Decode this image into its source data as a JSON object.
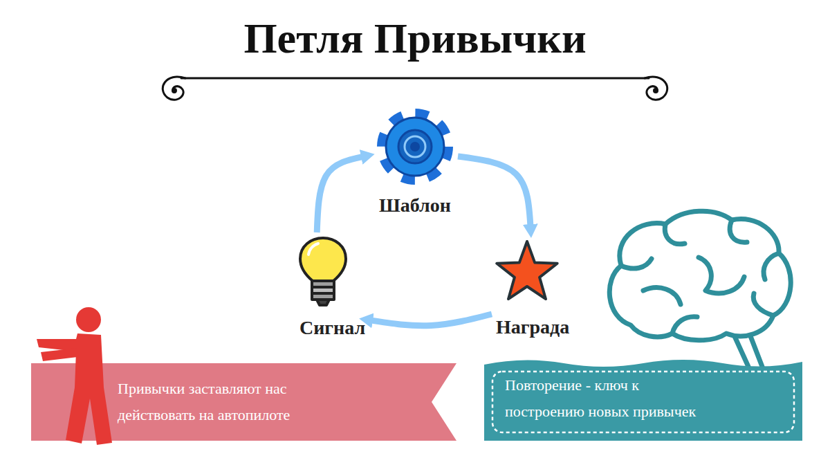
{
  "diagram": {
    "title": "Петля Привычки",
    "nodes": [
      {
        "text": [
          "Шаблон"
        ]
      },
      {
        "text": [
          "Сигнал"
        ]
      },
      {
        "text": [
          "Награда"
        ]
      },
      {
        "text": [
          "Привычки заставляют нас действовать на автопилоте"
        ]
      },
      {
        "text": [
          "Повторение - ключ к построению новых привычек"
        ]
      }
    ],
    "edges": [
      {
        "from": 1,
        "to": 0,
        "arrow": "to"
      },
      {
        "from": 0,
        "to": 2,
        "arrow": "to"
      },
      {
        "from": 2,
        "to": 1,
        "arrow": "to"
      }
    ]
  }
}
